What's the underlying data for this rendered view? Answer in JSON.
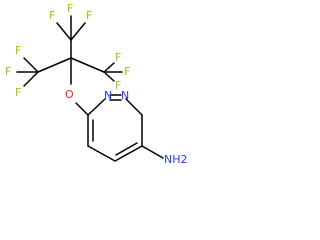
{
  "molecule": {
    "atoms": {
      "f_top_left": "F",
      "f_top_mid": "F",
      "f_top_right": "F",
      "f_left_top": "F",
      "f_left_bottom": "F",
      "f_left_mid": "F",
      "f_right_left": "F",
      "f_right_right": "F",
      "f_right_bottom": "F",
      "o_ether": "O",
      "n_ring_left": "N",
      "n_ring_right": "N",
      "amine": "NH2"
    }
  }
}
